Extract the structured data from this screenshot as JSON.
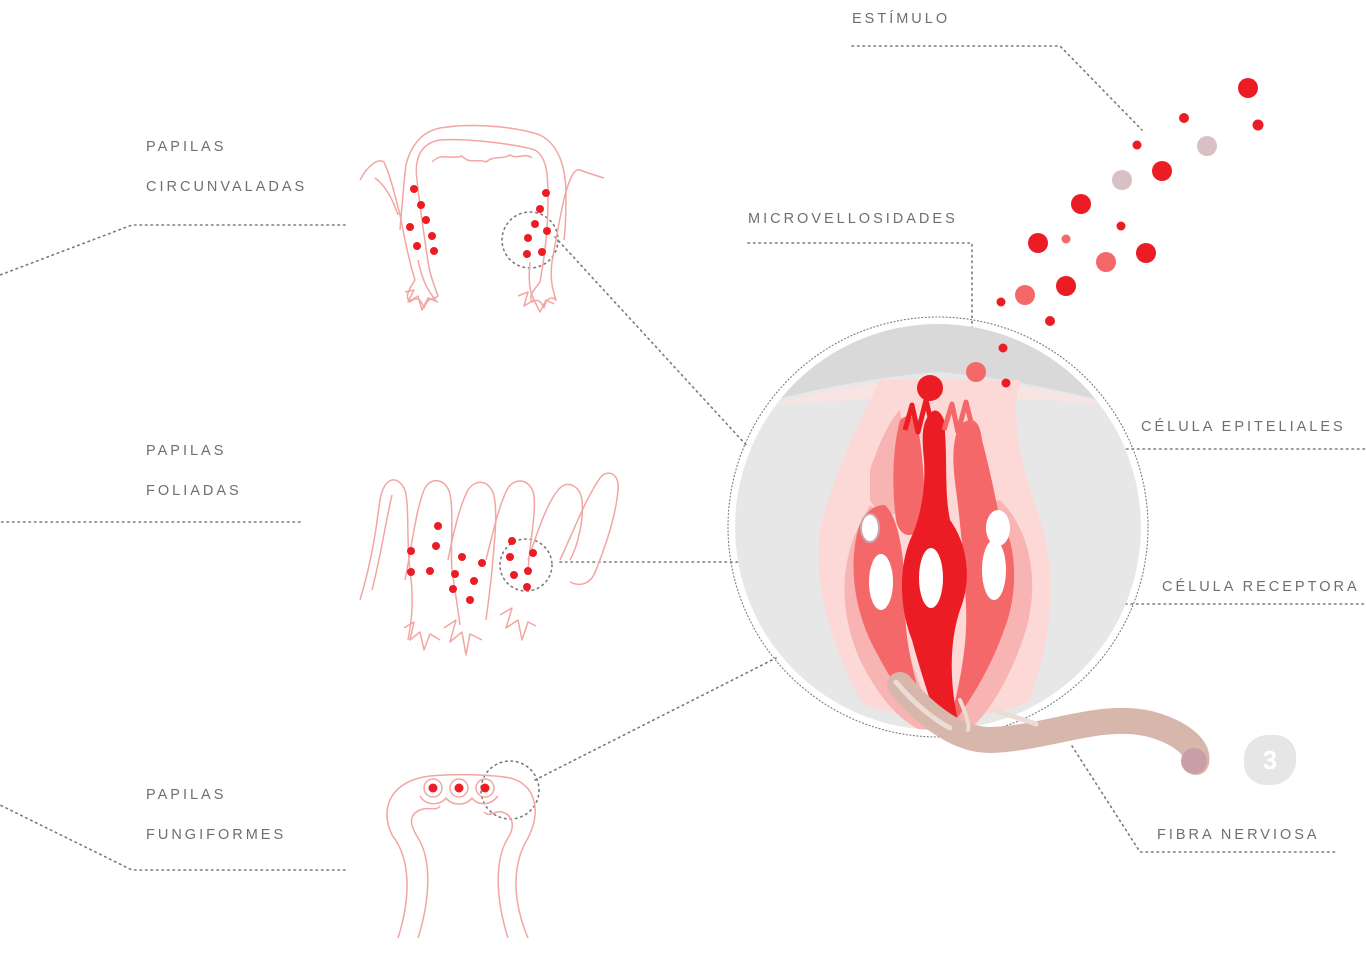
{
  "labels": {
    "estimulo": "ESTÍMULO",
    "microvellosidades": "MICROVELLOSIDADES",
    "papilas_circ_1": "PAPILAS",
    "papilas_circ_2": "CIRCUNVALADAS",
    "papilas_fol_1": "PAPILAS",
    "papilas_fol_2": "FOLIADAS",
    "papilas_fung_1": "PAPILAS",
    "papilas_fung_2": "FUNGIFORMES",
    "celula_epiteliales": "CÉLULA EPITELIALES",
    "celula_receptora": "CÉLULA RECEPTORA",
    "fibra_nerviosa": "FIBRA NERVIOSA"
  },
  "badge": "3",
  "colors": {
    "label_text": "#6f6f6f",
    "leader_line": "#7a7a7a",
    "papilla_outline": "#f2a6a2",
    "receptor_red": "#ec1c24",
    "receptor_mid": "#f4686a",
    "receptor_light": "#f8b4b2",
    "receptor_pale": "#fcd9d7",
    "epithelium_gray": "#e7e7e7",
    "nerve_tan": "#d7b7ab",
    "stimulus_pink": "#d9c0c4"
  }
}
